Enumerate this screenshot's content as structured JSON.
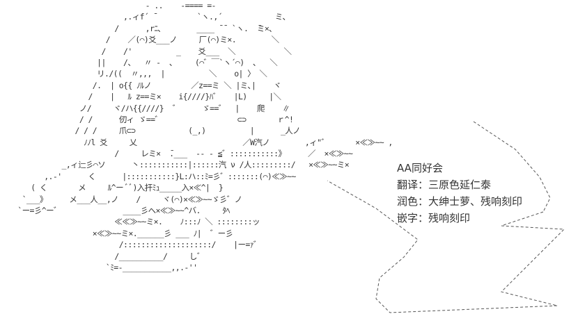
{
  "credits": {
    "title": "AA同好会",
    "translation": "翻译：三原色延仁泰",
    "editing": "润色：大绅士萝、残响刻印",
    "typesetting": "嵌字：残响刻印"
  },
  "art_lines": [
    "                                 - ..    -==== =-",
    "                            ,.ィf´ ̄          `ヽ.,´            ミ､",
    "                          /      ,rﾆ､        ____ ̄ ̄  `ヽ.  ̄ミ×､",
    "                        /    ／(⌒)爻___ノ     厂(⌒)ミ×.        ＼",
    "                       /    /'          _    爻___  ＼           ＼",
    "                      ||    /、  〃 -  ､     (⌒゛￣`ヽ´⌒)  ､   ＼",
    "                      リ./((  〃,,,  |          ＼    o| 〉 ＼",
    "                     /.  | o{{ ﾉﾙノ         ／z==ミ ＼ |ミ､|    ヾ",
    "                    /    |   ﾙ z==ミ×    i{////}ﾊ゛   |L)     |＼",
    "                  ノ/     ヾ/ハ{{////}  ゛     ゞ==゛  |    爬    ∥",
    "                  / /      仞ィ ゞ==゛                 ⊂⊃       ｒ^!",
    "                 / / /     爪⊂⊃            (_,)          |      _人ノ",
    "                   ﾉﾉl 爻     乂                        ／W汽ノ        ,ィ\"゛      ×≪≫~~ ,",
    "                          /     レミ×  ̄.___  -- - ≦゛:::::::::::》     ／  ×≪≫~~",
    "              _,ィ辷彡⌒ソ      丶:::::::::::|::::::汽 ν /人:::::::::/   ×≪≫~~ミ×",
    "          ,.-'      く      |:::::::::::}L:ハ::ﾐ=彡゛:::::::(⌒)≪≫~~",
    "       ( く       メ     ﾙ^ー ﾞﾞ)入扞ﾐｭ_____入×≪^|  }",
    "     `___》     メ___人__,ノ    /     ヾ(⌒)×≪≫~~ゞ彡゛ノ",
    "    `ー=彡^ー゛              ____彡へ×≪≫~~^バ.     ﾀﾍ",
    "                          ≪≪≫~~ミ×.    ﾉ:::ﾉ ＼ ::::::::ッ",
    "                     ×≪≫~~ミ×.______彡 ___ ﾉ|  ゛ー彡",
    "                           /::::::::::::::::::::/    |ー=ｧ゛",
    "                          /__________/     し゛",
    "                        `ﾐ=-___________,,.-''"
  ]
}
